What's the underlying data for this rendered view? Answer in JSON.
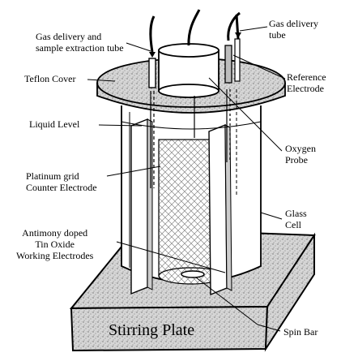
{
  "diagram": {
    "labels": {
      "gas_sample_tube": [
        "Gas delivery and",
        "sample extraction tube"
      ],
      "gas_delivery_tube": [
        "Gas delivery",
        "tube"
      ],
      "teflon_cover": "Teflon Cover",
      "reference_electrode": [
        "Reference",
        "Electrode"
      ],
      "liquid_level": "Liquid Level",
      "oxygen_probe": [
        "Oxygen",
        "Probe"
      ],
      "platinum_grid": [
        "Platinum grid",
        "Counter Electrode"
      ],
      "glass_cell": [
        "Glass",
        "Cell"
      ],
      "working_electrodes": [
        "Antimony doped",
        "Tin Oxide",
        "Working Electrodes"
      ],
      "stirring_plate": "Stirring Plate",
      "spin_bar": "Spin Bar"
    }
  }
}
